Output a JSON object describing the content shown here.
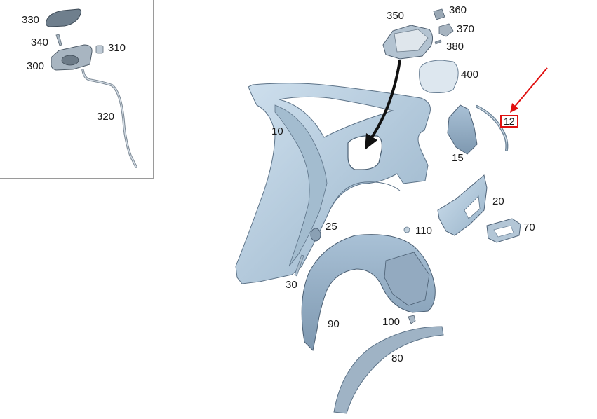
{
  "colors": {
    "part_fill": "#b9cfe0",
    "part_fill_dark": "#8fa9c0",
    "part_stroke": "#5d7388",
    "arrow_black": "#111111",
    "highlight_red": "#e01010",
    "inset_border": "#9a9a9a"
  },
  "inset": {
    "labels": [
      "330",
      "340",
      "310",
      "300",
      "320"
    ]
  },
  "callouts": {
    "p10": "10",
    "p12": "12",
    "p15": "15",
    "p20": "20",
    "p25": "25",
    "p30": "30",
    "p70": "70",
    "p80": "80",
    "p90": "90",
    "p100": "100",
    "p110": "110",
    "p350": "350",
    "p360": "360",
    "p370": "370",
    "p380": "380",
    "p400": "400",
    "p330": "330",
    "p340": "340",
    "p310": "310",
    "p300": "300",
    "p320": "320"
  },
  "highlight": {
    "part": "12",
    "indicator": "red-arrow"
  }
}
